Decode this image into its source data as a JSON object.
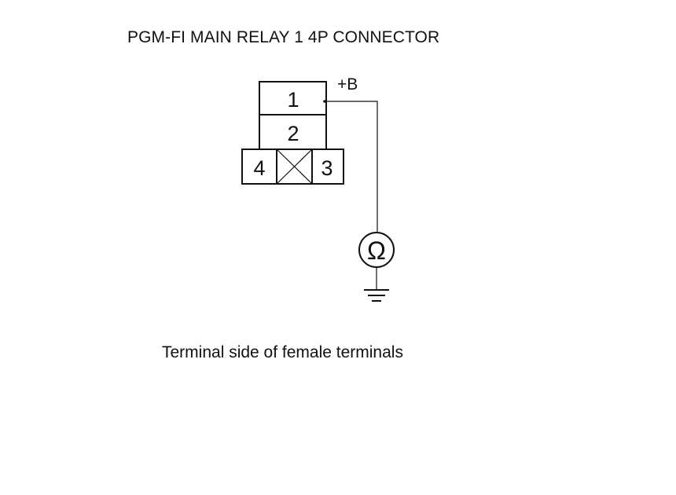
{
  "title": "PGM-FI MAIN RELAY 1 4P CONNECTOR",
  "caption": "Terminal side of female terminals",
  "connector": {
    "pins": [
      "1",
      "2",
      "4",
      "3"
    ]
  },
  "probe": {
    "label": "+B"
  },
  "meter": {
    "symbol": "Ω"
  }
}
